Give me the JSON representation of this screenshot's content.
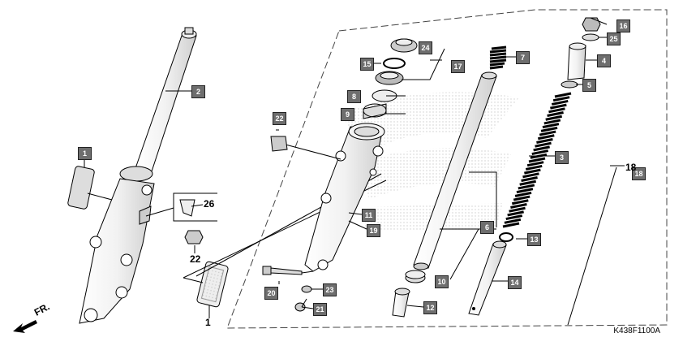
{
  "diagram": {
    "drawing_code": "K438F1100A",
    "direction_label": "FR.",
    "callouts": {
      "c1": "1",
      "c2": "2",
      "c3": "3",
      "c4": "4",
      "c5": "5",
      "c6": "6",
      "c7": "7",
      "c8": "8",
      "c9": "9",
      "c10": "10",
      "c11": "11",
      "c12": "12",
      "c13": "13",
      "c14": "14",
      "c15": "15",
      "c16": "16",
      "c17": "17",
      "c18": "18",
      "c19": "19",
      "c20": "20",
      "c21": "21",
      "c22": "22",
      "c23": "23",
      "c24": "24",
      "c25": "25"
    },
    "plain_labels": {
      "p1": "1",
      "p18": "18",
      "p22": "22",
      "p26": "26"
    }
  }
}
